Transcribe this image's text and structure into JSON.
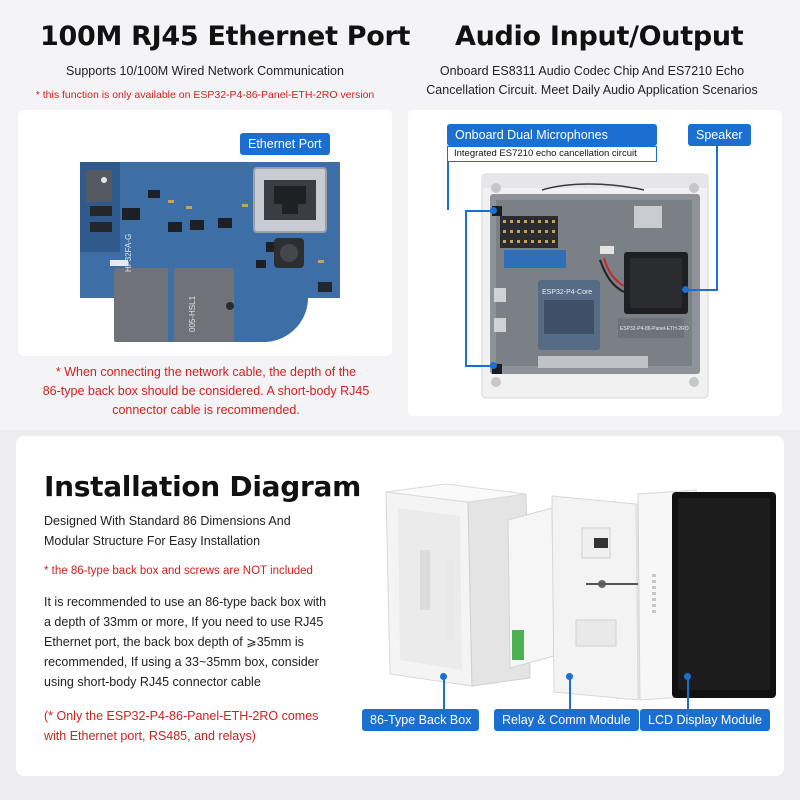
{
  "ethernet": {
    "title": "100M RJ45 Ethernet Port",
    "subtitle": "Supports 10/100M Wired Network Communication",
    "note": "* this function is only available on ESP32-P4-86-Panel-ETH-2RO version",
    "label": "Ethernet Port",
    "warning_line1": "* When connecting the network cable, the depth of the",
    "warning_line2": "86-type back box should be considered. A short-body RJ45",
    "warning_line3": "connector cable is recommended.",
    "relay_text_1": "HF32FA-G",
    "relay_text_2": "005-HSL1"
  },
  "audio": {
    "title": "Audio Input/Output",
    "subtitle_line1": "Onboard ES8311 Audio Codec Chip And ES7210 Echo",
    "subtitle_line2": "Cancellation Circuit. Meet Daily Audio Application Scenarios",
    "mic_label": "Onboard Dual Microphones",
    "mic_sublabel": "Integrated ES7210 echo cancellation circuit",
    "speaker_label": "Speaker",
    "core_label": "ESP32-P4-Core",
    "board_label": "ESP32-P4-86-Panel-ETH-2RO"
  },
  "installation": {
    "title": "Installation Diagram",
    "line1": "Designed With Standard 86 Dimensions And",
    "line2": "Modular Structure For Easy Installation",
    "note": "* the 86-type back box and screws are NOT included",
    "para_line1": "It is recommended to use an 86-type back box with",
    "para_line2": "a depth of 33mm or more, If you need to use RJ45",
    "para_line3": "Ethernet port, the back box depth of ⩾35mm is",
    "para_line4": "recommended, If using a 33~35mm box, consider",
    "para_line5": "using short-body RJ45 connector cable",
    "foot_line1": "(* Only the ESP32-P4-86-Panel-ETH-2RO comes",
    "foot_line2": "with Ethernet port, RS485, and relays)",
    "label_box": "86-Type Back Box",
    "label_relay": "Relay & Comm Module",
    "label_lcd": "LCD Display Module"
  },
  "colors": {
    "accent": "#1a6fd0",
    "warning": "#d21f1f",
    "pcb": "#3d6fa6"
  }
}
